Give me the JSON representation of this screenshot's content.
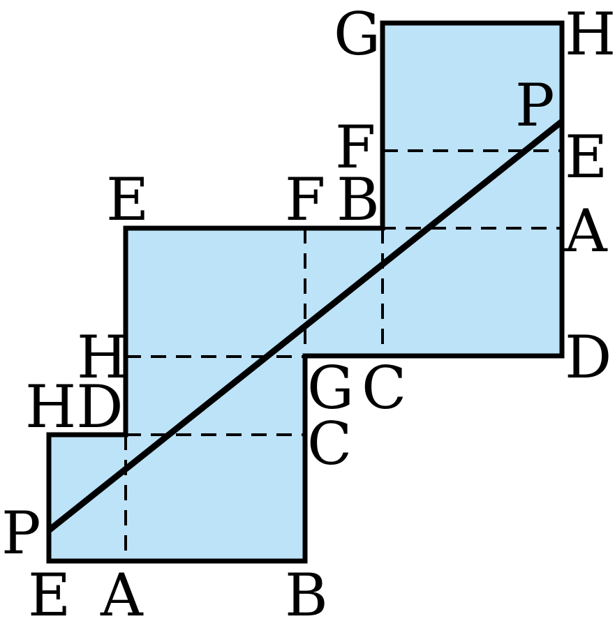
{
  "colors": {
    "fill": "#bde3f8",
    "stroke": "#000000"
  },
  "labels": {
    "G_top": "G",
    "H_top": "H",
    "P_right": "P",
    "F_right": "F",
    "E_right": "E",
    "E_mid": "E",
    "F_mid": "F",
    "B_mid": "B",
    "A_right": "A",
    "H_left": "H",
    "D_right": "D",
    "G_mid": "G",
    "C_mid": "C",
    "HD_left": "HD",
    "C_low": "C",
    "P_left": "P",
    "E_bottom": "E",
    "A_bottom": "A",
    "B_bottom": "B"
  }
}
